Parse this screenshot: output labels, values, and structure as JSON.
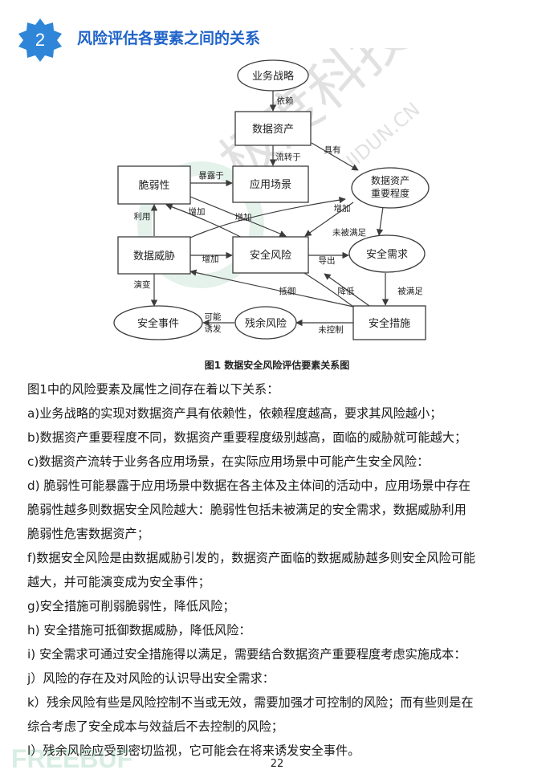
{
  "section": {
    "number": "2",
    "title": "风险评估各要素之间的关系"
  },
  "colors": {
    "accent": "#1f63c9",
    "badge": "#2f86d8",
    "watermark": "#2e9e68"
  },
  "figure": {
    "caption": "图1  数据安全风险评估要素关系图",
    "nodes": {
      "business_strategy": "业务战略",
      "data_asset": "数据资产",
      "vulnerability": "脆弱性",
      "app_scenario": "应用场景",
      "asset_importance_1": "数据资产",
      "asset_importance_2": "重要程度",
      "data_threat": "数据威胁",
      "security_risk": "安全风险",
      "security_need": "安全需求",
      "security_event": "安全事件",
      "residual_risk": "残余风险",
      "security_measure": "安全措施"
    },
    "edges": {
      "depends": "依赖",
      "has": "具有",
      "flows_to": "流转于",
      "exposed_to": "暴露于",
      "exploits": "利用",
      "increase_1": "增加",
      "increase_2": "增加",
      "increase_3": "增加",
      "increase_4": "增加",
      "unmet": "未被满足",
      "derive": "导出",
      "evolve": "演变",
      "resist": "抵御",
      "reduce": "降低",
      "satisfied": "被满足",
      "may": "可能",
      "induce": "诱发",
      "uncontrolled": "未控制"
    }
  },
  "body": {
    "intro": "图1中的风险要素及属性之间存在着以下关系：",
    "lines": [
      "a)业务战略的实现对数据资产具有依赖性，依赖程度越高，要求其风险越小；",
      "b)数据资产重要程度不同，数据资产重要程度级别越高，面临的威胁就可能越大；",
      "c)数据资产流转于业务各应用场景，在实际应用场景中可能产生安全风险：",
      "d) 脆弱性可能暴露于应用场景中数据在各主体及主体间的活动中，应用场景中存在",
      "脆弱性越多则数据安全风险越大：脆弱性包括未被满足的安全需求，数据威胁利用",
      "脆弱性危害数据资产；",
      "f)数据安全风险是由数据威胁引发的，数据资产面临的数据威胁越多则安全风险可能",
      "越大，并可能演变成为安全事件；",
      "g)安全措施可削弱脆弱性，降低风险；",
      "h) 安全措施可抵御数据威胁，降低风险：",
      "i) 安全需求可通过安全措施得以满足，需要结合数据资产重要程度考虑实施成本：",
      "j）风险的存在及对风险的认识导出安全需求：",
      "k）残余风险有些是风险控制不当或无效，需要加强才可控制的风险；而有些则是在",
      "综合考虑了安全成本与效益后不去控制的风险；",
      "l）残余风险应受到密切监视，它可能会在将来诱发安全事件。"
    ]
  },
  "watermark": {
    "text": "极度科技",
    "url": "JIDUN.CN",
    "logo": "FREEBUF"
  },
  "page_number": "22"
}
